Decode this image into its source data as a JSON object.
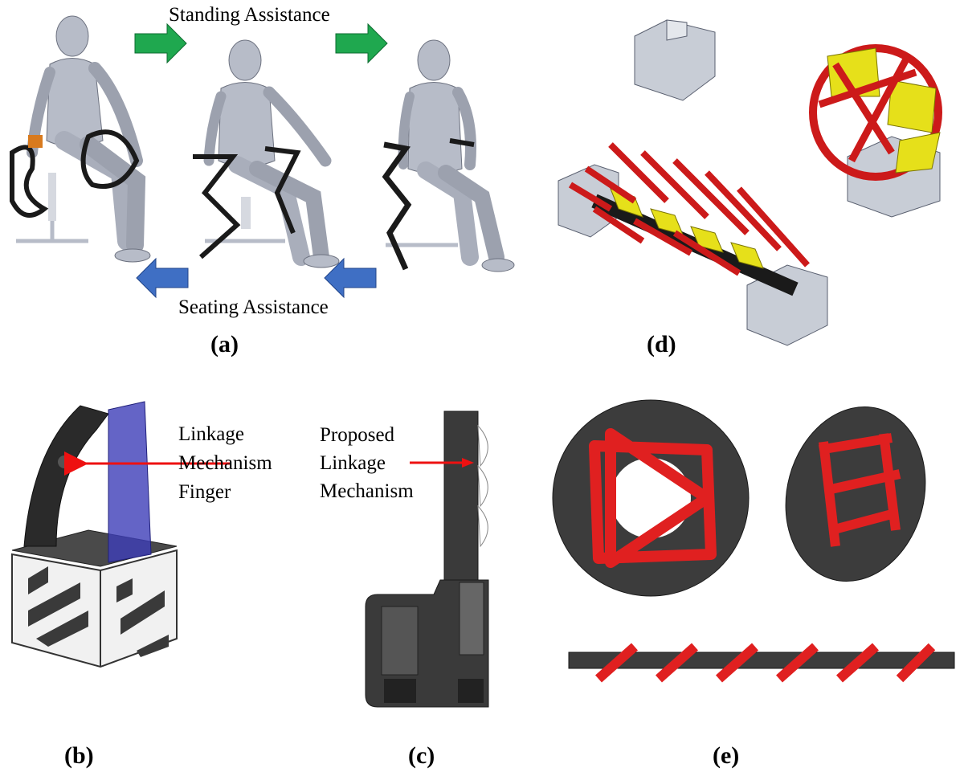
{
  "panels": {
    "a": {
      "label": "(a)",
      "top_caption": "Standing Assistance",
      "bottom_caption": "Seating Assistance",
      "colors": {
        "forward_arrow": "#1fa84f",
        "back_arrow": "#3f6fc4",
        "figure": "#b7bcc8",
        "mechanism": "#1a1a1a"
      }
    },
    "b": {
      "label": "(b)",
      "callout": [
        "Linkage",
        "Mechanism",
        "Finger"
      ],
      "colors": {
        "finger": "#2a2a2a",
        "overlay": "#3d3db8",
        "base": "#f1f1f1"
      }
    },
    "c": {
      "label": "(c)",
      "callout": [
        "Proposed",
        "Linkage",
        "Mechanism"
      ],
      "colors": {
        "body": "#3a3a3a",
        "segment": "#ffffff"
      }
    },
    "d": {
      "label": "(d)",
      "colors": {
        "block": "#c8cdd6",
        "link": "#cc1a1a",
        "plate": "#e6e01a"
      }
    },
    "e": {
      "label": "(e)",
      "colors": {
        "disc": "#3c3c3c",
        "link": "#e02020"
      }
    }
  },
  "callout_arrow_color": "#ee1111"
}
